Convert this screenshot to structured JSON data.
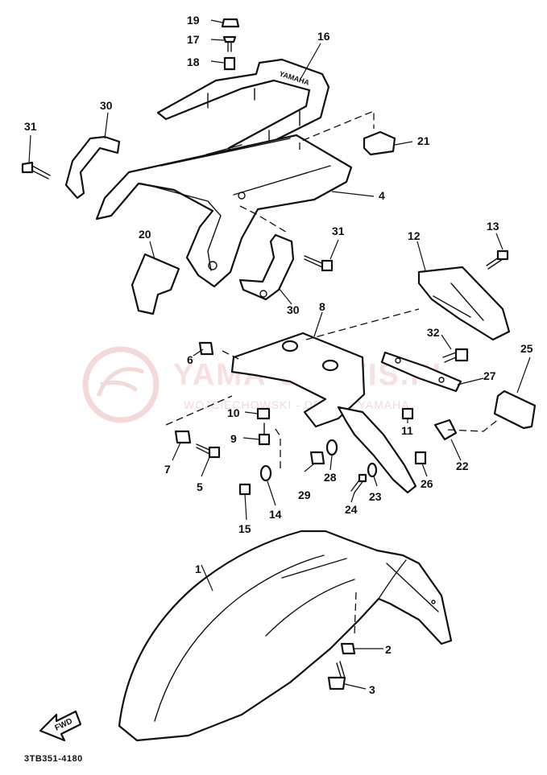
{
  "diagram": {
    "code": "3TB351-4180",
    "fnd_label": "FWD",
    "rack_badge": "YAMAHA",
    "watermark": {
      "main": "YAMA-SERVIS.PL",
      "sub": "WOJCIECHOWSKI - DEALER YAMAHA",
      "color": "#e8a8a8"
    },
    "callouts": [
      "19",
      "17",
      "18",
      "16",
      "30",
      "31",
      "21",
      "4",
      "20",
      "31",
      "13",
      "12",
      "30",
      "8",
      "32",
      "6",
      "27",
      "25",
      "10",
      "11",
      "9",
      "22",
      "7",
      "5",
      "26",
      "28",
      "29",
      "23",
      "24",
      "14",
      "15",
      "1",
      "2",
      "3"
    ]
  }
}
